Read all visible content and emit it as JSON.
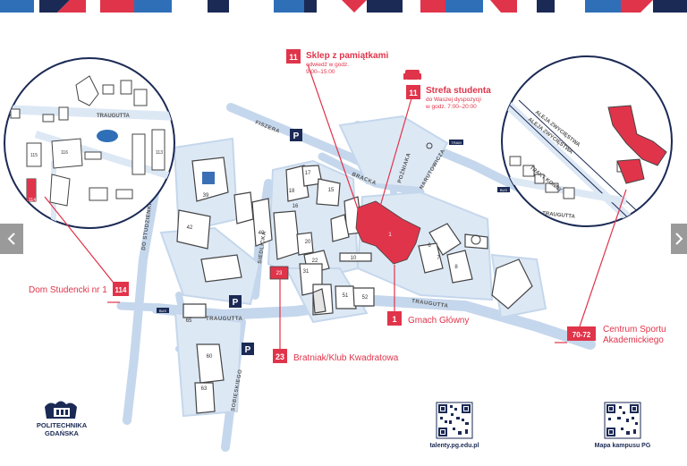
{
  "colors": {
    "accent": "#e0344a",
    "navy": "#1b2a55",
    "road": "#c5d7ec",
    "roadLight": "#dde8f5",
    "bldgStroke": "#444444"
  },
  "navigation": {
    "prev_icon": "chevron-left-icon",
    "next_icon": "chevron-right-icon"
  },
  "streets": {
    "fiszera": "FISZERA",
    "do_studzienki": "DO STUDZIENKI",
    "siedlicka": "SIEDLICKA",
    "bracka": "BRACKA",
    "pozniaka": "POŹNIAKA",
    "narutowicza": "NARUTOWICZA",
    "traugutta_main": "TRAUGUTTA",
    "traugutta_lower": "TRAUGUTTA",
    "sobieskiego": "SOBIESKIEGO",
    "traugutta_left_inset": "TRAUGUTTA",
    "aleja1": "ALEJA ZWYCIĘSTWA",
    "aleja2": "ALEJA ZWYCIĘSTWA",
    "trakt_konny": "TRAKT KONNY",
    "traugutta_right_inset": "TRAUGUTTA"
  },
  "markers": {
    "shop": {
      "number": "11",
      "title": "Sklep z pamiątkami",
      "line1": "odwiedź w godz.",
      "line2": "9:00–15:00"
    },
    "student_zone": {
      "number": "11",
      "title": "Strefa studenta",
      "line1": "do Waszej dyspozycji",
      "line2": "w godz. 7:00–20:00",
      "icon": "sofa-icon"
    },
    "main_hall": {
      "number": "1",
      "title": "Gmach Główny"
    },
    "bratniak": {
      "number": "23",
      "title": "Bratniak/Klub Kwadratowa"
    },
    "dorm": {
      "number": "114",
      "title": "Dom Studencki nr 1"
    },
    "sport": {
      "number": "70-72",
      "title1": "Centrum Sportu",
      "title2": "Akademickiego"
    }
  },
  "buildings": {
    "b1": "1",
    "b6": "6",
    "b7": "7",
    "b8": "8",
    "b10": "10",
    "b15": "15",
    "b16": "16",
    "b17": "17",
    "b18": "18",
    "b20": "20",
    "b22": "22",
    "b23": "23",
    "b31": "31",
    "b39": "39",
    "b40": "40",
    "b42": "42",
    "b51": "51",
    "b52": "52",
    "b60": "60",
    "b63": "63",
    "b65": "65",
    "b114": "114",
    "b115": "115",
    "b116": "116",
    "b113": "113"
  },
  "parking": {
    "label": "P"
  },
  "bus": {
    "label": "BUS"
  },
  "tram": {
    "label": "TRAM"
  },
  "logo": {
    "line1": "POLITECHNIKA",
    "line2": "GDAŃSKA"
  },
  "qr": {
    "talenty_label": "talenty.pg.edu.pl",
    "mapa_label": "Mapa kampusu PG"
  }
}
